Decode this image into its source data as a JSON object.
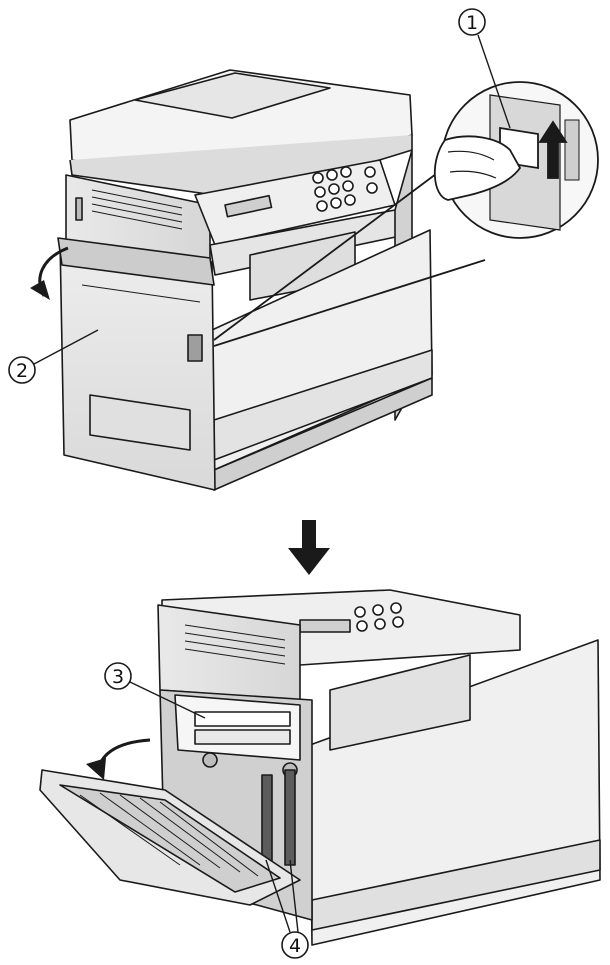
{
  "callouts": [
    {
      "id": "1",
      "label": "①",
      "target": "release-lever"
    },
    {
      "id": "2",
      "label": "②",
      "target": "side-cover"
    },
    {
      "id": "3",
      "label": "③",
      "target": "fuser-unit"
    },
    {
      "id": "4",
      "label": "④",
      "target": "green-levers"
    }
  ],
  "steps": [
    {
      "step": "before",
      "subject": "printer-with-side-cover-closed"
    },
    {
      "step": "after",
      "subject": "printer-with-side-cover-open"
    }
  ],
  "colors": {
    "line": "#1a1a1a",
    "fill": "#f2f2f2",
    "shade": "#cfcfcf",
    "dark": "#3a3a3a"
  },
  "icons": [
    "open-arrow-icon",
    "push-up-arrow-icon",
    "step-down-arrow-icon",
    "hand-icon"
  ]
}
